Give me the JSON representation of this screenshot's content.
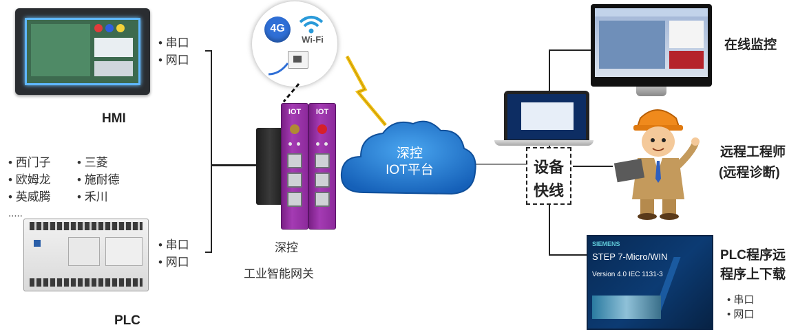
{
  "hmi": {
    "label": "HMI",
    "ports": [
      "串口",
      "网口"
    ]
  },
  "plc": {
    "label": "PLC",
    "brands": [
      "西门子",
      "三菱",
      "欧姆龙",
      "施耐德",
      "英威腾",
      "禾川"
    ],
    "ellipsis": ".....",
    "ports": [
      "串口",
      "网口"
    ]
  },
  "wireless": {
    "badge_4g": "4G",
    "wifi": "Wi-Fi"
  },
  "gateway": {
    "line1": "深控",
    "line2": "工业智能网关",
    "module_tag": "IOT"
  },
  "cloud": {
    "line1": "深控",
    "line2": "IOT平台"
  },
  "quicklink": {
    "line1": "设备",
    "line2": "快线"
  },
  "monitor": {
    "label": "在线监控"
  },
  "engineer": {
    "line1": "远程工程师",
    "line2": "(远程诊断)"
  },
  "plc_program": {
    "line1": "PLC程序远",
    "line2": "程序上下载",
    "ports": [
      "串口",
      "网口"
    ],
    "software_brand": "SIEMENS",
    "software_title": "STEP 7-Micro/WIN",
    "software_version": "Version 4.0  IEC 1131-3"
  },
  "colors": {
    "gateway_purple": "#a43bb3",
    "cloud_blue": "#1f7fd1",
    "lightning_yellow": "#f2c21b"
  }
}
